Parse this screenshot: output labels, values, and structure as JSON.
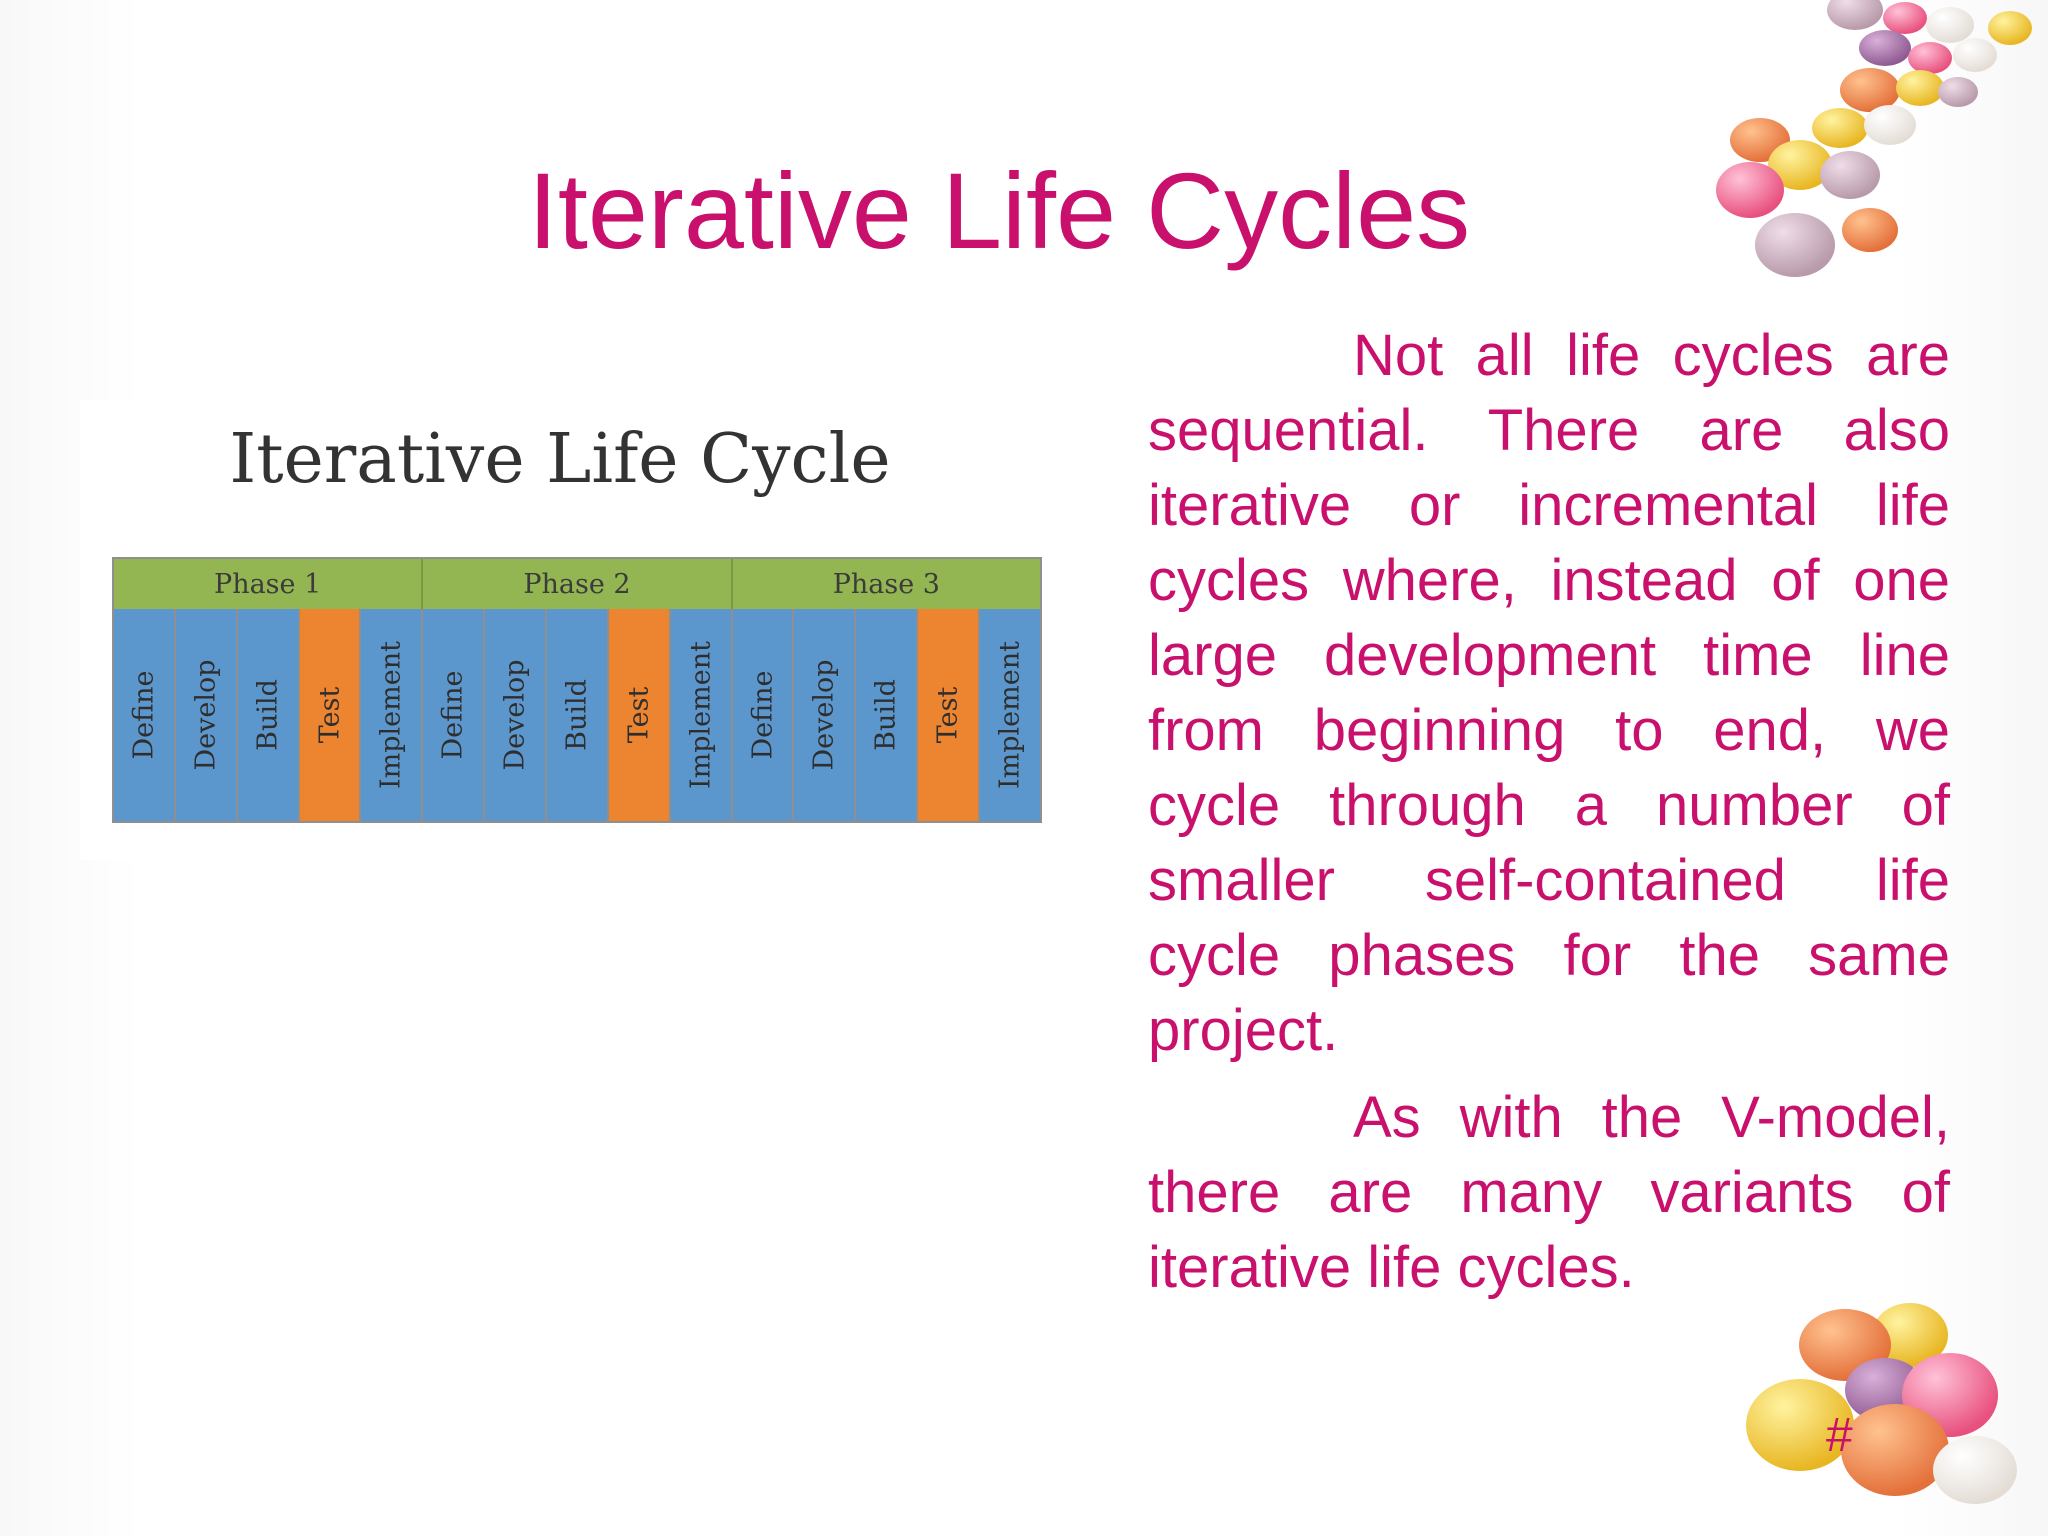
{
  "slide": {
    "title": "Iterative Life Cycles",
    "paragraphs": [
      "Not all life cycles are sequential. There are also iterative or incremental life cycles where, instead of one large development time line from beginning to end, we cycle through a number of smaller self-contained life cycle phases for the same project.",
      "As with the V-model, there are many variants of iterative life cycles."
    ],
    "page_number": "#"
  },
  "diagram": {
    "title": "Iterative Life Cycle",
    "phases": [
      {
        "label": "Phase 1",
        "steps": [
          "Define",
          "Develop",
          "Build",
          "Test",
          "Implement"
        ]
      },
      {
        "label": "Phase 2",
        "steps": [
          "Define",
          "Develop",
          "Build",
          "Test",
          "Implement"
        ]
      },
      {
        "label": "Phase 3",
        "steps": [
          "Define",
          "Develop",
          "Build",
          "Test",
          "Implement"
        ]
      }
    ],
    "colors": {
      "phase_header": "#93b552",
      "step": "#5b97cd",
      "test_step": "#ed8530"
    }
  },
  "theme": {
    "accent": "#c8106c"
  },
  "decorations": {
    "icons": [
      "candy-eggs-top-right",
      "candy-eggs-bottom-right"
    ]
  }
}
